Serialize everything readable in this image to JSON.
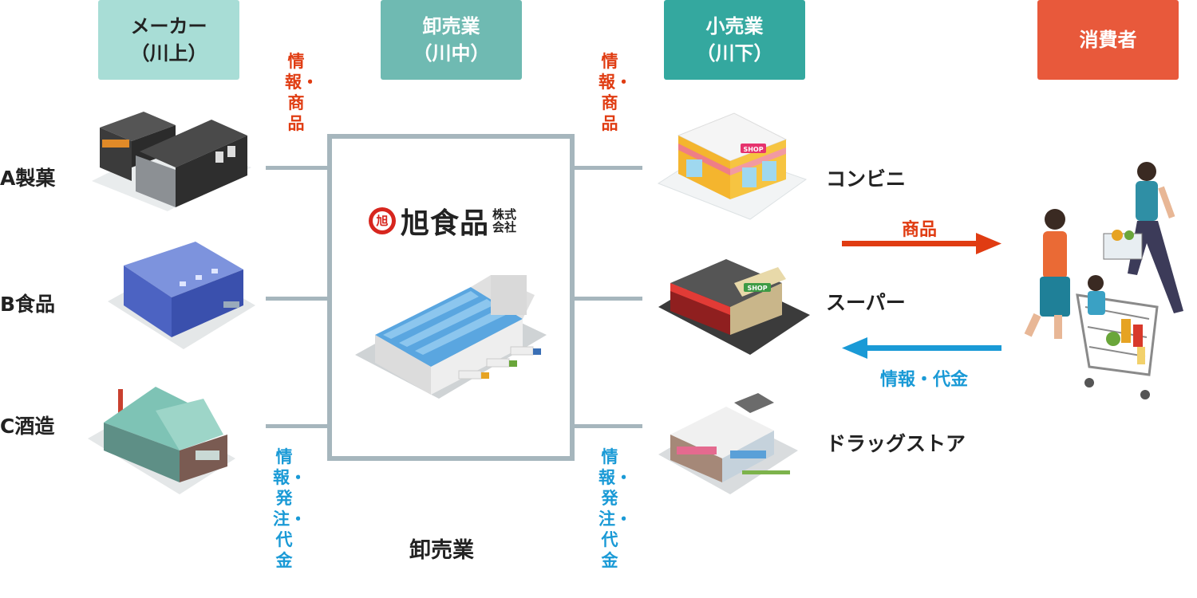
{
  "headers": {
    "maker": {
      "line1": "メーカー",
      "line2": "（川上）"
    },
    "wholesale": {
      "line1": "卸売業",
      "line2": "（川中）"
    },
    "retail": {
      "line1": "小売業",
      "line2": "（川下）"
    },
    "consumer": {
      "line1": "消費者"
    }
  },
  "makers": [
    "A製菓",
    "B食品",
    "C酒造"
  ],
  "retailers": [
    "コンビニ",
    "スーパー",
    "ドラッグストア"
  ],
  "flow_labels": {
    "top_left": "情報・商品",
    "top_right": "情報・商品",
    "bottom_left": "情報・発注・代金",
    "bottom_right": "情報・発注・代金"
  },
  "company": {
    "mark": "旭",
    "name": "旭食品",
    "suffix_line1": "株式",
    "suffix_line2": "会社"
  },
  "center_caption": "卸売業",
  "arrows": {
    "to_consumer": "商品",
    "from_consumer": "情報・代金"
  },
  "shop_signs": {
    "convenience": "SHOP",
    "supermarket": "SHOP"
  },
  "colors": {
    "maker_header": "#a8ddd6",
    "wholesale_header": "#6fbab2",
    "retail_header": "#34a89f",
    "consumer_header": "#e8593b",
    "connector": "#a6b6bd",
    "red_text": "#e03c12",
    "blue_text": "#1a9ad6"
  }
}
